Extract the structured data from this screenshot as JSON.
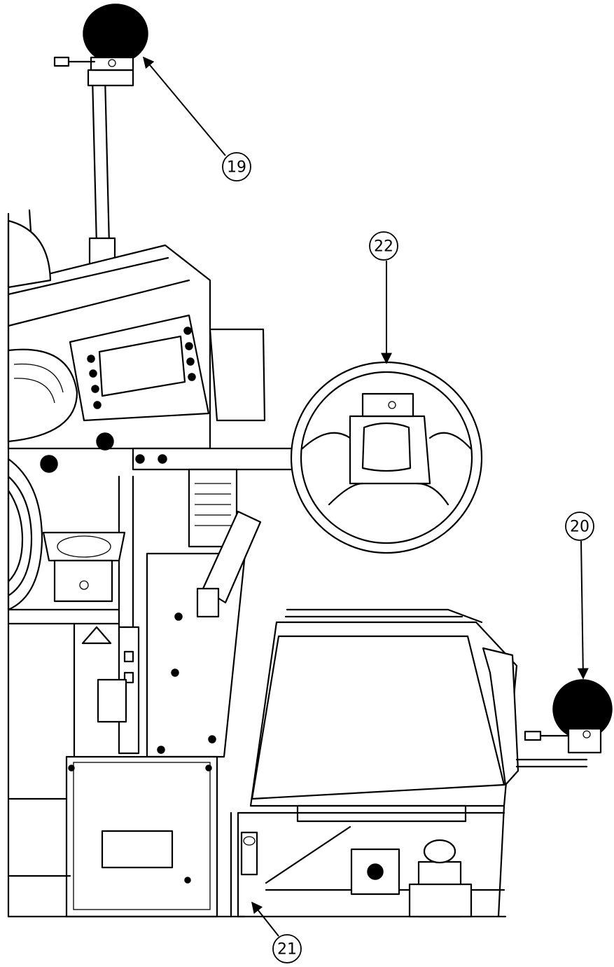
{
  "figure": {
    "callouts": [
      {
        "id": "19",
        "label": "19",
        "part": "beacon-lamp-top"
      },
      {
        "id": "22",
        "label": "22",
        "part": "steering-wheel"
      },
      {
        "id": "20",
        "label": "20",
        "part": "beacon-lamp-right"
      },
      {
        "id": "21",
        "label": "21",
        "part": "lower-connector"
      }
    ]
  }
}
